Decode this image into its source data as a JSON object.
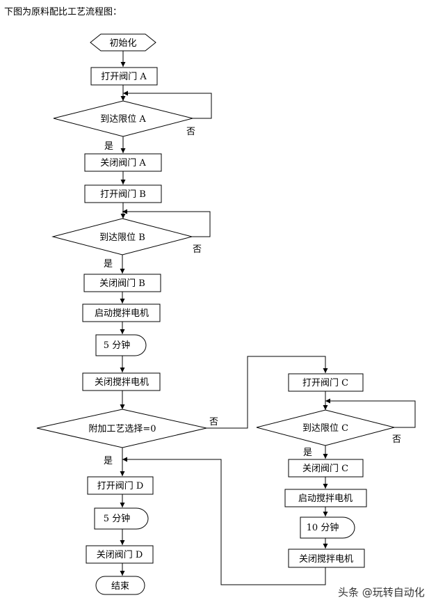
{
  "intro_text": "下图为原料配比工艺流程图：",
  "flow": {
    "init": "初始化",
    "open_a": "打开阀门 A",
    "reach_a": "到达限位 A",
    "close_a": "关闭阀门 A",
    "open_b": "打开阀门 B",
    "reach_b": "到达限位 B",
    "close_b": "关闭阀门 B",
    "start_mixer_1": "启动搅拌电机",
    "wait_5_1": "5 分钟",
    "stop_mixer_1": "关闭搅拌电机",
    "decision_extra": "附加工艺选择=0",
    "open_d": "打开阀门 D",
    "wait_5_2": "5 分钟",
    "close_d": "关闭阀门 D",
    "end": "结束",
    "open_c": "打开阀门 C",
    "reach_c": "到达限位 C",
    "close_c": "关闭阀门 C",
    "start_mixer_2": "启动搅拌电机",
    "wait_10": "10 分钟",
    "stop_mixer_2": "关闭搅拌电机",
    "yes_label": "是",
    "no_label": "否"
  },
  "watermark": "头条 @玩转自动化"
}
